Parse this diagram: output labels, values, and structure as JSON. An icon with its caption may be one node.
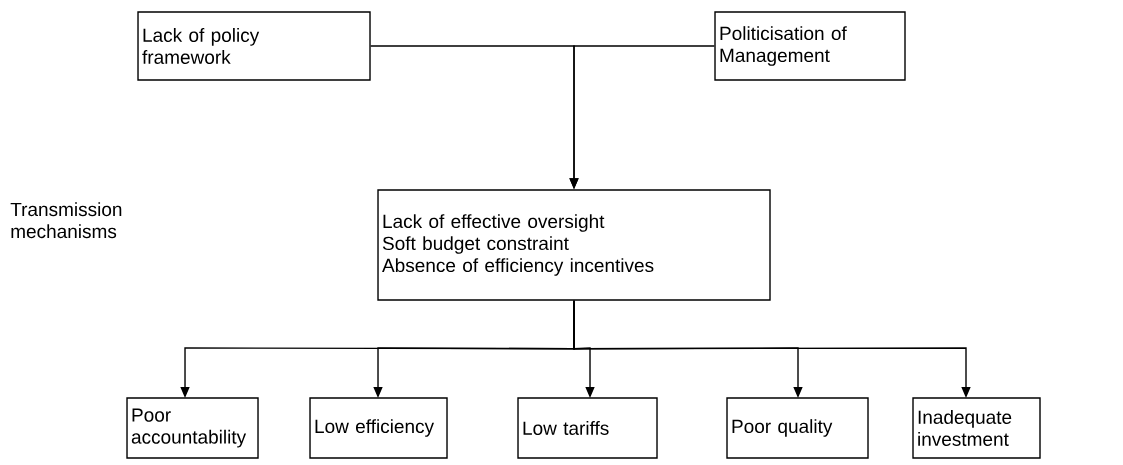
{
  "diagram": {
    "nodes": [
      {
        "text": [
          "Lack of policy framework"
        ]
      },
      {
        "text": [
          "Politicisation of Management"
        ]
      },
      {
        "text": [
          "Lack of effective oversight",
          "Soft budget constraint",
          "Absence of efficiency incentives"
        ]
      },
      {
        "text": [
          "Poor accountability"
        ]
      },
      {
        "text": [
          "Low efficiency"
        ]
      },
      {
        "text": [
          "Low tariffs"
        ]
      },
      {
        "text": [
          "Poor quality"
        ]
      },
      {
        "text": [
          "Inadequate investment"
        ]
      }
    ],
    "edges": [
      {
        "from": 0,
        "to": 2,
        "arrow": "to"
      },
      {
        "from": 1,
        "to": 2,
        "arrow": "to"
      },
      {
        "from": 2,
        "to": 3,
        "arrow": "to"
      },
      {
        "from": 2,
        "to": 4,
        "arrow": "to"
      },
      {
        "from": 2,
        "to": 5,
        "arrow": "to"
      },
      {
        "from": 2,
        "to": 6,
        "arrow": "to"
      },
      {
        "from": 2,
        "to": 7,
        "arrow": "to"
      }
    ],
    "labels": [
      "Transmission mechanisms"
    ]
  }
}
